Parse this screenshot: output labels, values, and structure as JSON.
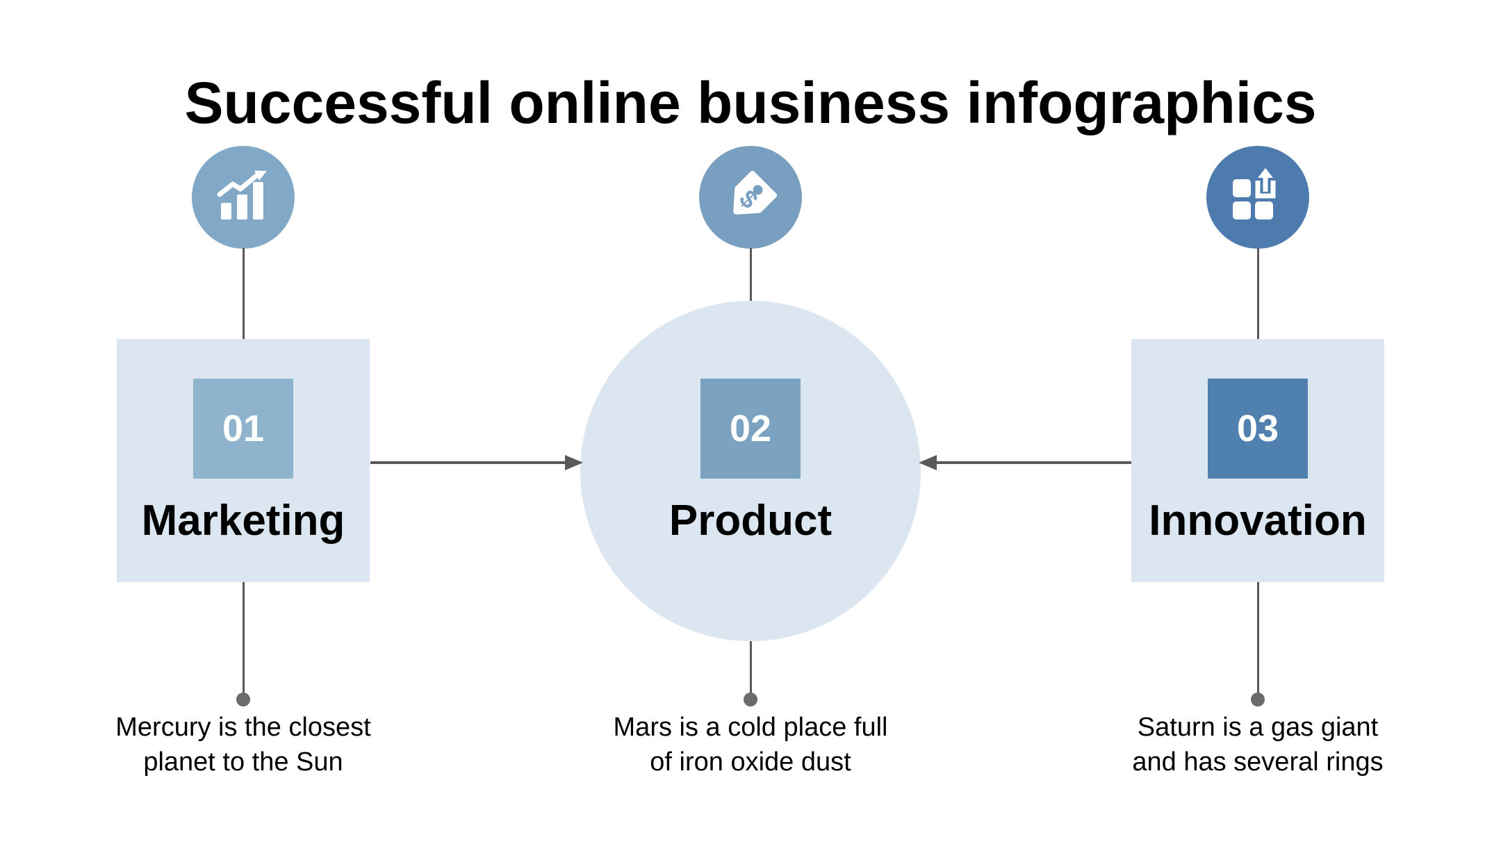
{
  "title": "Successful online business infographics",
  "colors": {
    "panel": "#dbe6f0",
    "line": "#595959",
    "dot": "#6b6b6b",
    "white": "#ffffff",
    "text": "#000000"
  },
  "steps": [
    {
      "number": "01",
      "label": "Marketing",
      "caption": "Mercury is the closest\nplanet to the Sun",
      "icon": "growth-chart-icon",
      "icon_color": "#81a8c6",
      "number_color": "#8fb3cd"
    },
    {
      "number": "02",
      "label": "Product",
      "caption": "Mars is a cold place full\nof iron oxide dust",
      "icon": "price-tag-icon",
      "icon_color": "#799fc0",
      "number_color": "#7ca2c2"
    },
    {
      "number": "03",
      "label": "Innovation",
      "caption": "Saturn is a gas giant\nand has several rings",
      "icon": "scale-up-icon",
      "icon_color": "#4e7bad",
      "number_color": "#5080ae"
    }
  ]
}
